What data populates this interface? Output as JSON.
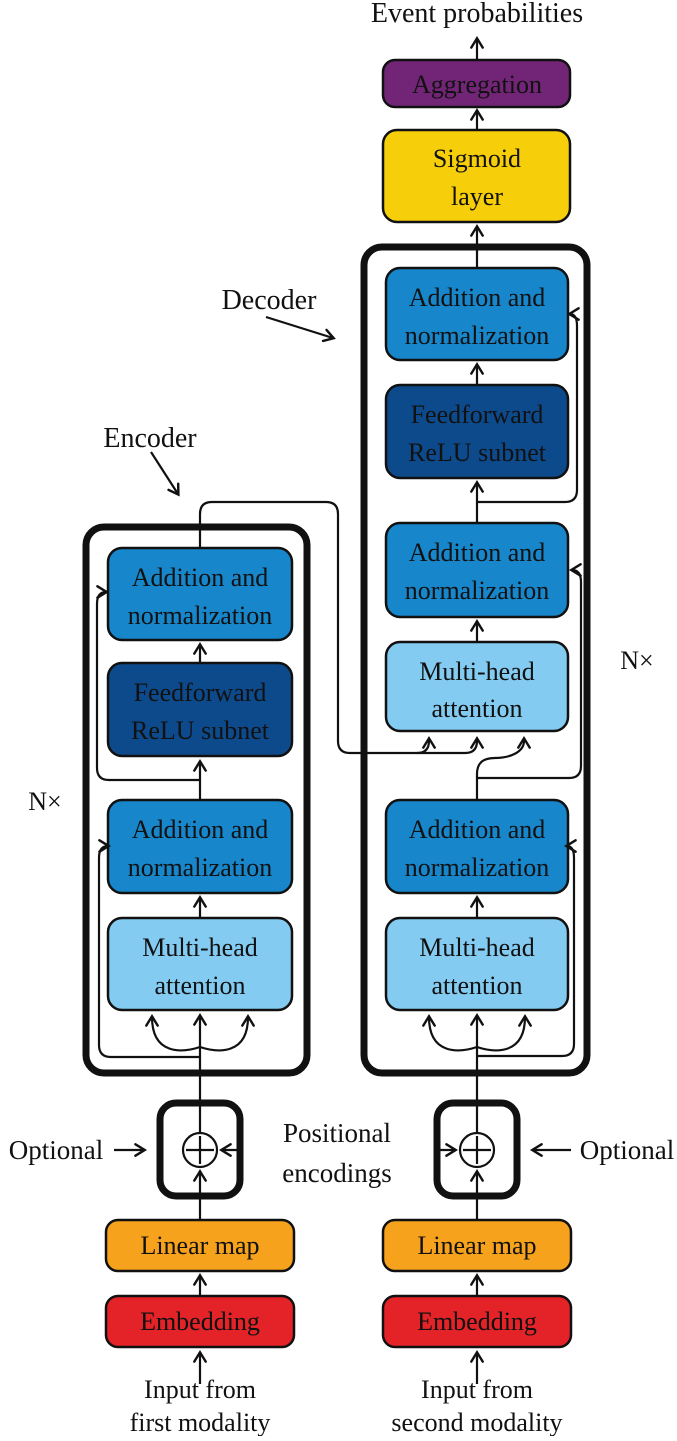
{
  "output_label": "Event probabilities",
  "colors": {
    "aggregation": "#722577",
    "sigmoid": "#F7CE0A",
    "addnorm": "#1786CB",
    "feedforward": "#0D4A8C",
    "attention": "#84CBF1",
    "linear": "#F6A21D",
    "embedding": "#E42329",
    "line": "#111111"
  },
  "blocks": {
    "aggregation": "Aggregation",
    "sigmoid_l1": "Sigmoid",
    "sigmoid_l2": "layer",
    "addnorm_l1": "Addition and",
    "addnorm_l2": "normalization",
    "feedforward_l1": "Feedforward",
    "feedforward_l2": "ReLU subnet",
    "attention_l1": "Multi-head",
    "attention_l2": "attention",
    "linear_map": "Linear map",
    "embedding": "Embedding"
  },
  "annotations": {
    "decoder": "Decoder",
    "encoder": "Encoder",
    "n_times": "N×",
    "optional": "Optional",
    "positional_l1": "Positional",
    "positional_l2": "encodings"
  },
  "inputs": {
    "left_l1": "Input from",
    "left_l2": "first modality",
    "right_l1": "Input from",
    "right_l2": "second modality"
  }
}
